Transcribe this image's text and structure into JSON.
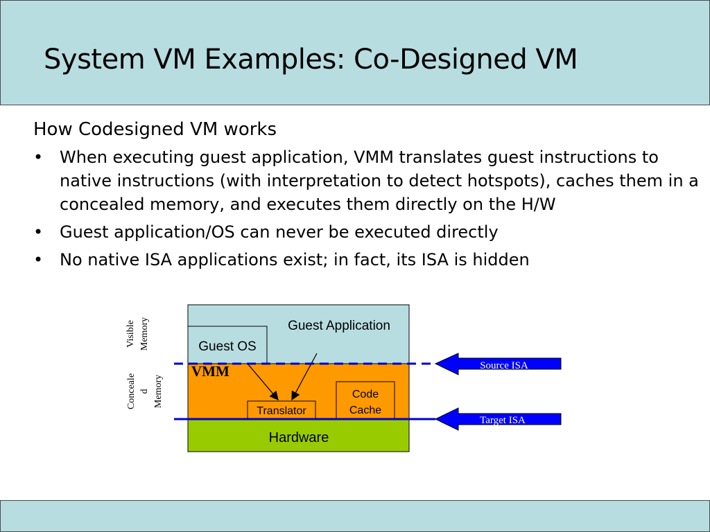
{
  "slide": {
    "title": "System VM Examples: Co-Designed VM"
  },
  "content": {
    "subheading": "How Codesigned VM works",
    "bullets": [
      "When executing guest application, VMM translates guest instructions to native instructions (with interpretation to detect hotspots), caches them in a concealed memory, and executes them directly on the H/W",
      "Guest application/OS can never be executed directly",
      "No native ISA applications exist; in fact, its ISA is hidden"
    ],
    "bullet_glyph": "•"
  },
  "diagram": {
    "guest_application": "Guest Application",
    "guest_os": "Guest OS",
    "vmm": "VMM",
    "translator": "Translator",
    "code_cache_line1": "Code",
    "code_cache_line2": "Cache",
    "hardware": "Hardware",
    "source_isa": "Source ISA",
    "target_isa": "Target ISA",
    "visible_memory_line1": "Visible",
    "visible_memory_line2": "Memory",
    "concealed_memory_line1": "Conceale",
    "concealed_memory_line2": "d",
    "concealed_memory_line3": "Memory",
    "colors": {
      "guest_layer": "#b8dde1",
      "vmm_layer": "#ff9900",
      "hardware_layer": "#99cc00",
      "arrow": "#0000ff",
      "dashed_line": "#0000cc",
      "title_bar": "#b8dde1"
    }
  }
}
